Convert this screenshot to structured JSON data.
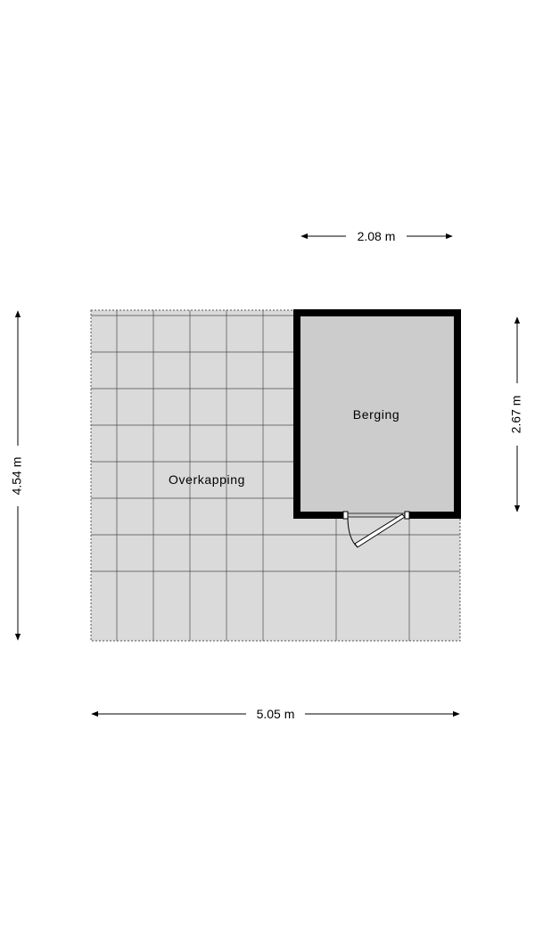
{
  "rooms": {
    "overkapping": {
      "label": "Overkapping"
    },
    "berging": {
      "label": "Berging"
    }
  },
  "dimensions": {
    "top_width": "2.08 m",
    "right_height": "2.67 m",
    "left_height": "4.54 m",
    "bottom_width": "5.05 m"
  },
  "colors": {
    "background": "#ffffff",
    "floor_tile": "#dadada",
    "berging_floor": "#cccccc",
    "wall": "#000000",
    "grid_line": "#4a4a4a",
    "dimension_line": "#000000"
  }
}
